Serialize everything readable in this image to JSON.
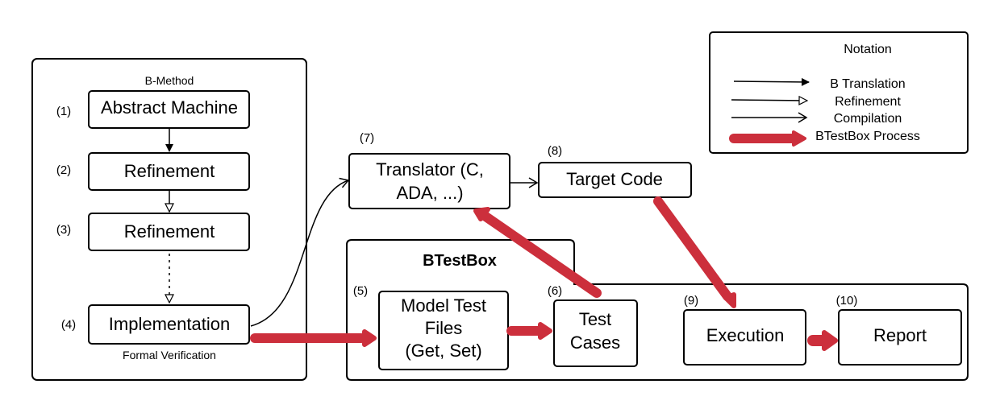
{
  "bmethod": {
    "title": "B-Method",
    "footer": "Formal Verification",
    "steps": [
      {
        "num": "(1)",
        "label": "Abstract Machine"
      },
      {
        "num": "(2)",
        "label": "Refinement"
      },
      {
        "num": "(3)",
        "label": "Refinement"
      },
      {
        "num": "(4)",
        "label": "Implementation"
      }
    ]
  },
  "translator": {
    "num": "(7)",
    "line1": "Translator (C,",
    "line2": "ADA, ...)"
  },
  "target": {
    "num": "(8)",
    "label": "Target Code"
  },
  "btestbox": {
    "title": "BTestBox"
  },
  "model_test": {
    "num": "(5)",
    "line1": "Model Test",
    "line2": "Files",
    "line3": "(Get, Set)"
  },
  "test_cases": {
    "num": "(6)",
    "line1": "Test",
    "line2": "Cases"
  },
  "execution": {
    "num": "(9)",
    "label": "Execution"
  },
  "report": {
    "num": "(10)",
    "label": "Report"
  },
  "notation": {
    "title": "Notation",
    "items": [
      "B Translation",
      "Refinement",
      "Compilation",
      "BTestBox Process"
    ]
  },
  "colors": {
    "process": "#cc2f3c",
    "stroke": "#000000",
    "background": "#ffffff"
  }
}
